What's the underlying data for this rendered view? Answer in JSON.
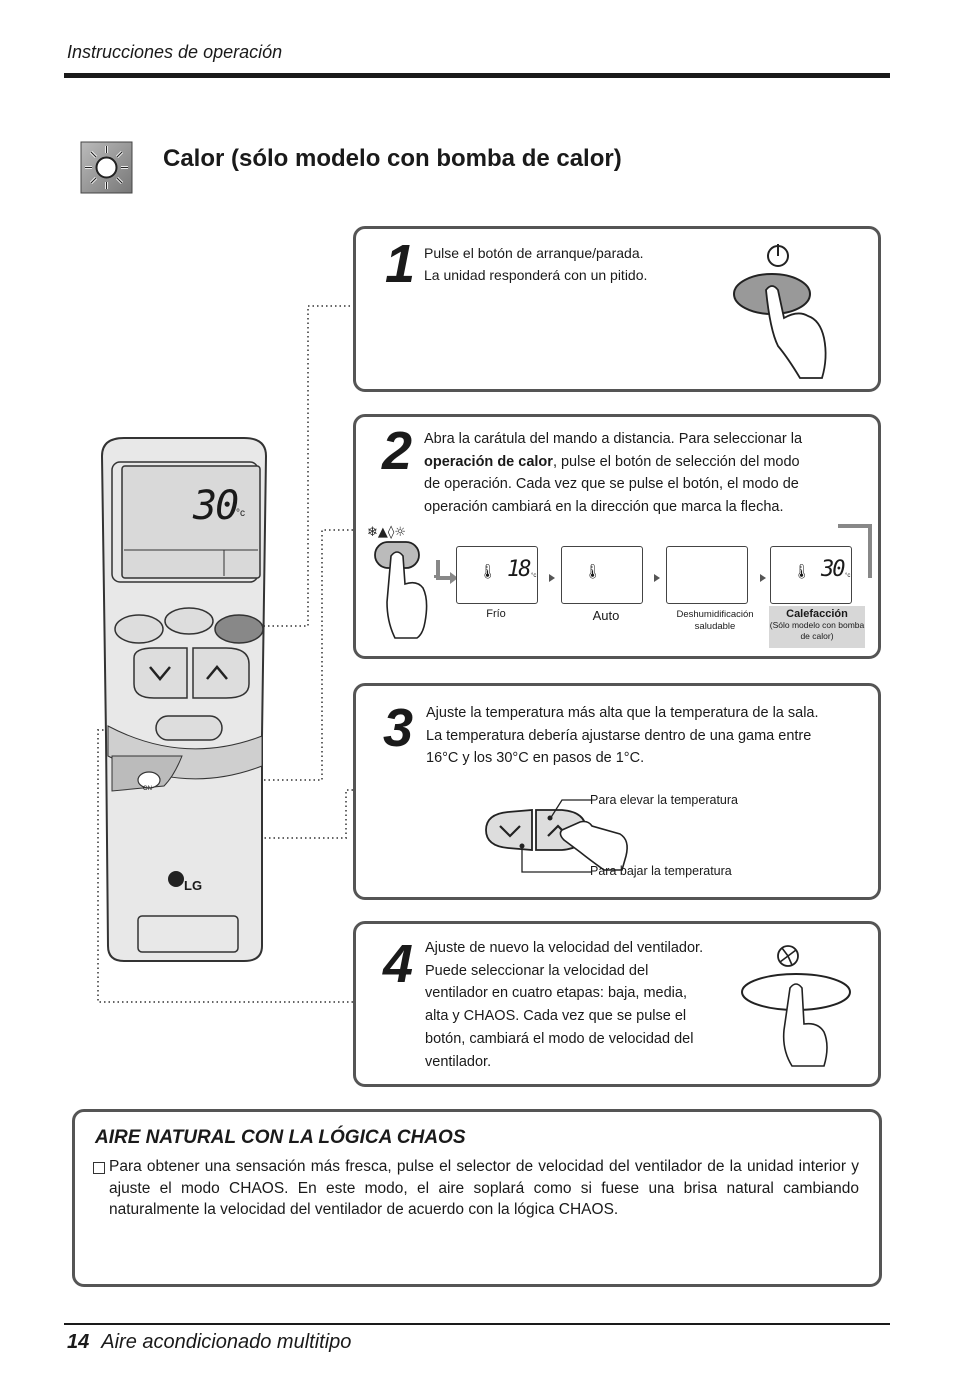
{
  "header": {
    "section": "Instrucciones de operación"
  },
  "title": {
    "text": "Calor (sólo modelo con bomba de calor)",
    "icon": "sun-heat-icon"
  },
  "remote": {
    "display_temp": "30",
    "display_unit": "°c",
    "brand": "LG",
    "slide_label": "ON"
  },
  "steps": [
    {
      "num": "1",
      "lines": [
        "Pulse el botón de arranque/parada.",
        "La unidad responderá con un pitido."
      ]
    },
    {
      "num": "2",
      "line1": "Abra la carátula del mando a distancia. Para seleccionar la",
      "bold": "operación de calor",
      "line2_rest": ", pulse el botón de selección del modo",
      "line3": "de operación.  Cada vez que se pulse el botón, el modo de",
      "line4": "operación cambiará en la dirección que marca la flecha.",
      "modes": [
        {
          "label": "Frío",
          "temp": "18",
          "unit": "°c"
        },
        {
          "label": "Auto"
        },
        {
          "label": "Deshumidificación saludable"
        },
        {
          "label": "Calefacción",
          "note": "(Sólo modelo con bomba de calor)",
          "temp": "30",
          "unit": "°c"
        }
      ]
    },
    {
      "num": "3",
      "lines": [
        "Ajuste la temperatura más alta que la temperatura de la sala.",
        "La temperatura debería ajustarse dentro de una gama entre",
        "16°C y los 30°C en pasos de 1°C."
      ],
      "up_label": "Para elevar la temperatura",
      "down_label": "Para bajar la temperatura"
    },
    {
      "num": "4",
      "lines": [
        "Ajuste de nuevo la velocidad del ventilador.",
        "Puede seleccionar la velocidad del",
        "ventilador en cuatro etapas: baja, media,",
        "alta y CHAOS. Cada vez que se pulse el",
        "botón, cambiará el modo de velocidad del",
        "ventilador."
      ]
    }
  ],
  "chaos": {
    "title": "AIRE NATURAL CON LA LÓGICA CHAOS",
    "text": "Para obtener una sensación más fresca, pulse el selector de velocidad del ventilador de la unidad interior y ajuste el modo CHAOS. En este modo, el aire soplará como si fuese una brisa natural cambiando naturalmente la velocidad del ventilador de acuerdo con la lógica CHAOS."
  },
  "footer": {
    "page": "14",
    "title": "Aire acondicionado multitipo"
  }
}
